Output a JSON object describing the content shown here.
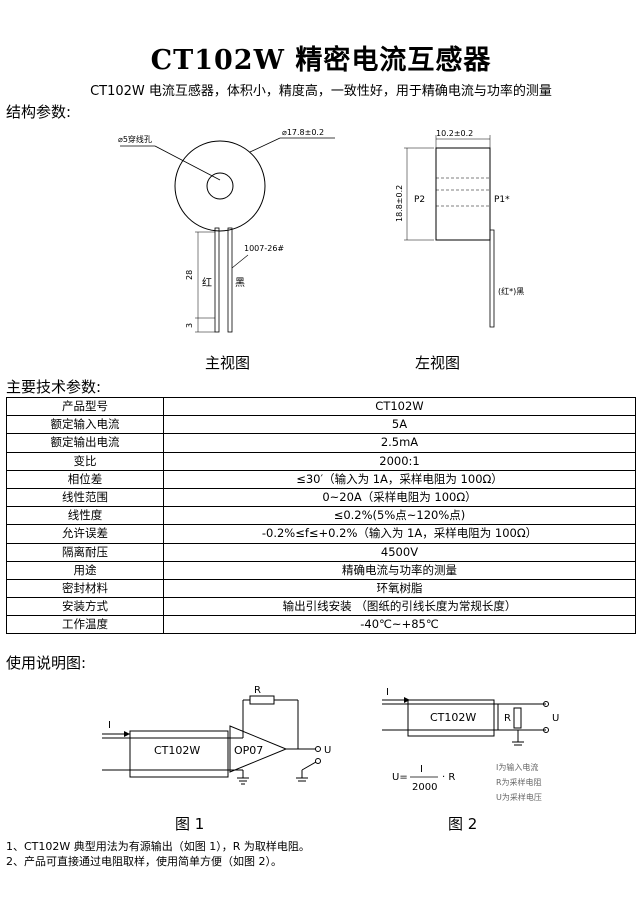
{
  "title": "CT102W 精密电流互感器",
  "intro": "CT102W 电流互感器，体积小，精度高，一致性好，用于精确电流与功率的测量",
  "sections": {
    "structure": "结构参数:",
    "specs": "主要技术参数:",
    "usage": "使用说明图:"
  },
  "front_view": {
    "caption": "主视图",
    "hole_label": "⌀5穿线孔",
    "diameter_label": "⌀17.8±0.2",
    "wire_label": "1007-26#",
    "length_28": "28",
    "length_3": "3",
    "red_label": "红",
    "black_label": "黑"
  },
  "side_view": {
    "caption": "左视图",
    "width_label": "10.2±0.2",
    "height_label": "18.8±0.2",
    "p2_label": "P2",
    "p1_label": "P1*",
    "wire_color_label": "(红*)黑"
  },
  "specs": [
    {
      "key": "产品型号",
      "value": "CT102W"
    },
    {
      "key": "额定输入电流",
      "value": "5A"
    },
    {
      "key": "额定输出电流",
      "value": "2.5mA"
    },
    {
      "key": "变比",
      "value": "2000:1"
    },
    {
      "key": "相位差",
      "value": "≤30′（输入为 1A，采样电阻为 100Ω）"
    },
    {
      "key": "线性范围",
      "value": "0~20A（采样电阻为 100Ω）"
    },
    {
      "key": "线性度",
      "value": "≤0.2%(5%点~120%点)"
    },
    {
      "key": "允许误差",
      "value": "-0.2%≤f≤+0.2%（输入为 1A，采样电阻为 100Ω）"
    },
    {
      "key": "隔离耐压",
      "value": "4500V"
    },
    {
      "key": "用途",
      "value": "精确电流与功率的测量"
    },
    {
      "key": "密封材料",
      "value": "环氧树脂"
    },
    {
      "key": "安装方式",
      "value": "输出引线安装 （图纸的引线长度为常规长度）"
    },
    {
      "key": "工作温度",
      "value": "-40℃~+85℃"
    }
  ],
  "fig1": {
    "caption": "图 1",
    "ct_label": "CT102W",
    "amp_label": "OP07",
    "r_label": "R",
    "i_label": "I",
    "u_label": "U"
  },
  "fig2": {
    "caption": "图 2",
    "ct_label": "CT102W",
    "r_label": "R",
    "i_label": "I",
    "u_label": "U",
    "formula_lhs": "U=",
    "formula_num": "I",
    "formula_den": "2000",
    "formula_rhs": "· R",
    "legend": [
      "I为输入电流",
      "R为采样电阻",
      "U为采样电压"
    ]
  },
  "notes": [
    "1、CT102W 典型用法为有源输出（如图 1），R 为取样电阻。",
    "2、产品可直接通过电阻取样，使用简单方便（如图 2）。"
  ]
}
